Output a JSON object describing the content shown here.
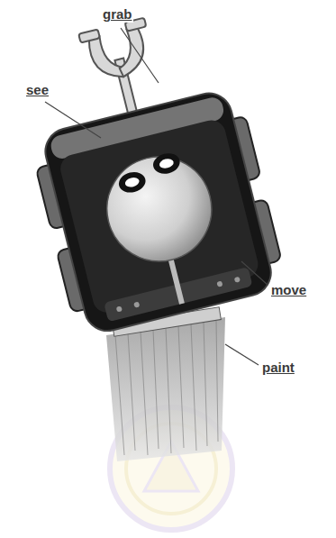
{
  "diagram": {
    "labels": [
      "grab",
      "see",
      "move",
      "paint"
    ]
  }
}
